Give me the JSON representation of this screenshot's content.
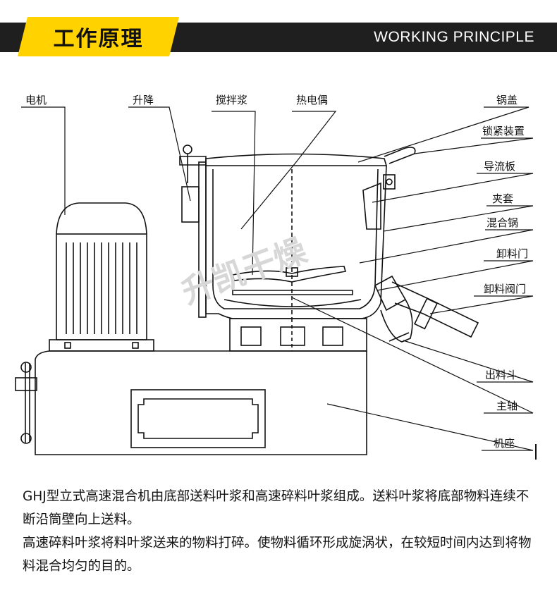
{
  "header": {
    "title": "工作原理",
    "title_en": "WORKING PRINCIPLE",
    "accent_color": "#ffd200",
    "bar_color": "#1f1f1f"
  },
  "diagram": {
    "watermark": "升凯干燥",
    "labels": {
      "motor": "电机",
      "lift": "升降",
      "stirring_paddle": "搅拌浆",
      "thermocouple": "热电偶",
      "pot_lid": "锅盖",
      "locking_device": "锁紧装置",
      "deflector": "导流板",
      "jacket": "夹套",
      "mixing_pot": "混合锅",
      "discharge_door": "卸料门",
      "discharge_valve": "卸料阀门",
      "discharge_hopper": "出料斗",
      "main_shaft": "主轴",
      "base": "机座"
    }
  },
  "description": {
    "paragraph1": "GHJ型立式高速混合机由底部送料叶浆和高速碎料叶浆组成。送料叶浆将底部物料连续不断沿筒壁向上送料。",
    "paragraph2": "高速碎料叶浆将料叶浆送来的物料打碎。使物料循环形成旋涡状，在较短时间内达到将物料混合均匀的目的。"
  }
}
